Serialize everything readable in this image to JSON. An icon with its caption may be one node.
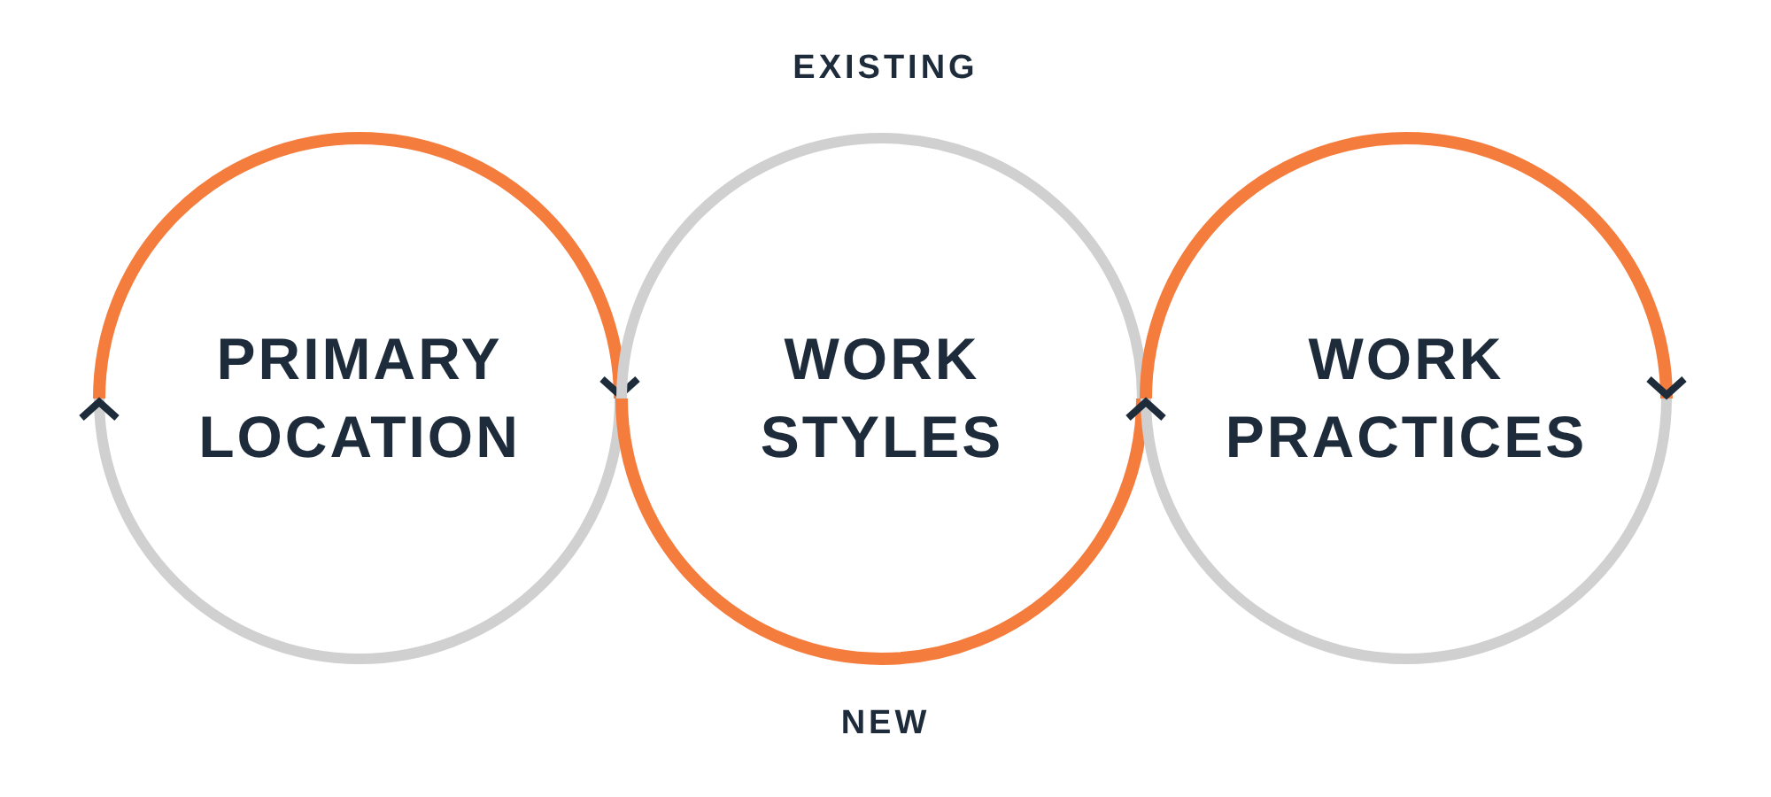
{
  "diagram": {
    "nodes": [
      {
        "text": [
          "PRIMARY LOCATION"
        ]
      },
      {
        "text": [
          "WORK STYLES"
        ]
      },
      {
        "text": [
          "WORK PRACTICES"
        ]
      }
    ],
    "labels": [
      "EXISTING",
      "NEW"
    ]
  }
}
